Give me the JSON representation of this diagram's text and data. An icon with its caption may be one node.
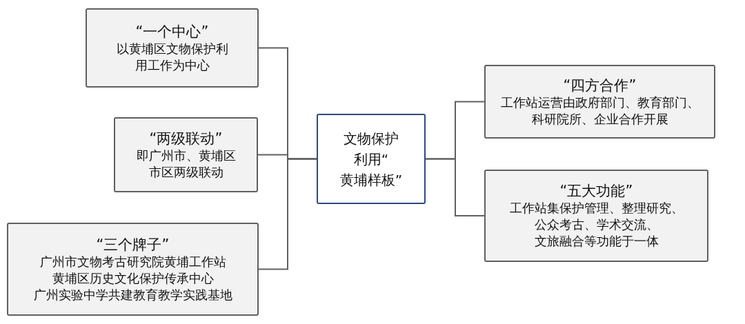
{
  "diagram": {
    "nodes": [
      {
        "text": [
          "文物保护利用“黄埔样板”"
        ]
      },
      {
        "text": [
          "“一个中心”",
          "以黄埔区文物保护利用工作为中心"
        ]
      },
      {
        "text": [
          "“两级联动”",
          "即广州市、黄埔区市区两级联动"
        ]
      },
      {
        "text": [
          "“三个牌子”",
          "广州市文物考古研究院黄埔工作站",
          "黄埔区历史文化保护传承中心",
          "广州实验中学共建教育教学实践基地"
        ]
      },
      {
        "text": [
          "“四方合作”",
          "工作站运营由政府部门、教育部门、科研院所、企业合作开展"
        ]
      },
      {
        "text": [
          "“五大功能”",
          "工作站集保护管理、整理研究、公众考古、学术交流、文旅融合等功能于一体"
        ]
      }
    ],
    "edges": [
      {
        "from": 0,
        "to": 1,
        "arrow": "none"
      },
      {
        "from": 0,
        "to": 2,
        "arrow": "none"
      },
      {
        "from": 0,
        "to": 3,
        "arrow": "none"
      },
      {
        "from": 0,
        "to": 4,
        "arrow": "none"
      },
      {
        "from": 0,
        "to": 5,
        "arrow": "none"
      }
    ]
  }
}
